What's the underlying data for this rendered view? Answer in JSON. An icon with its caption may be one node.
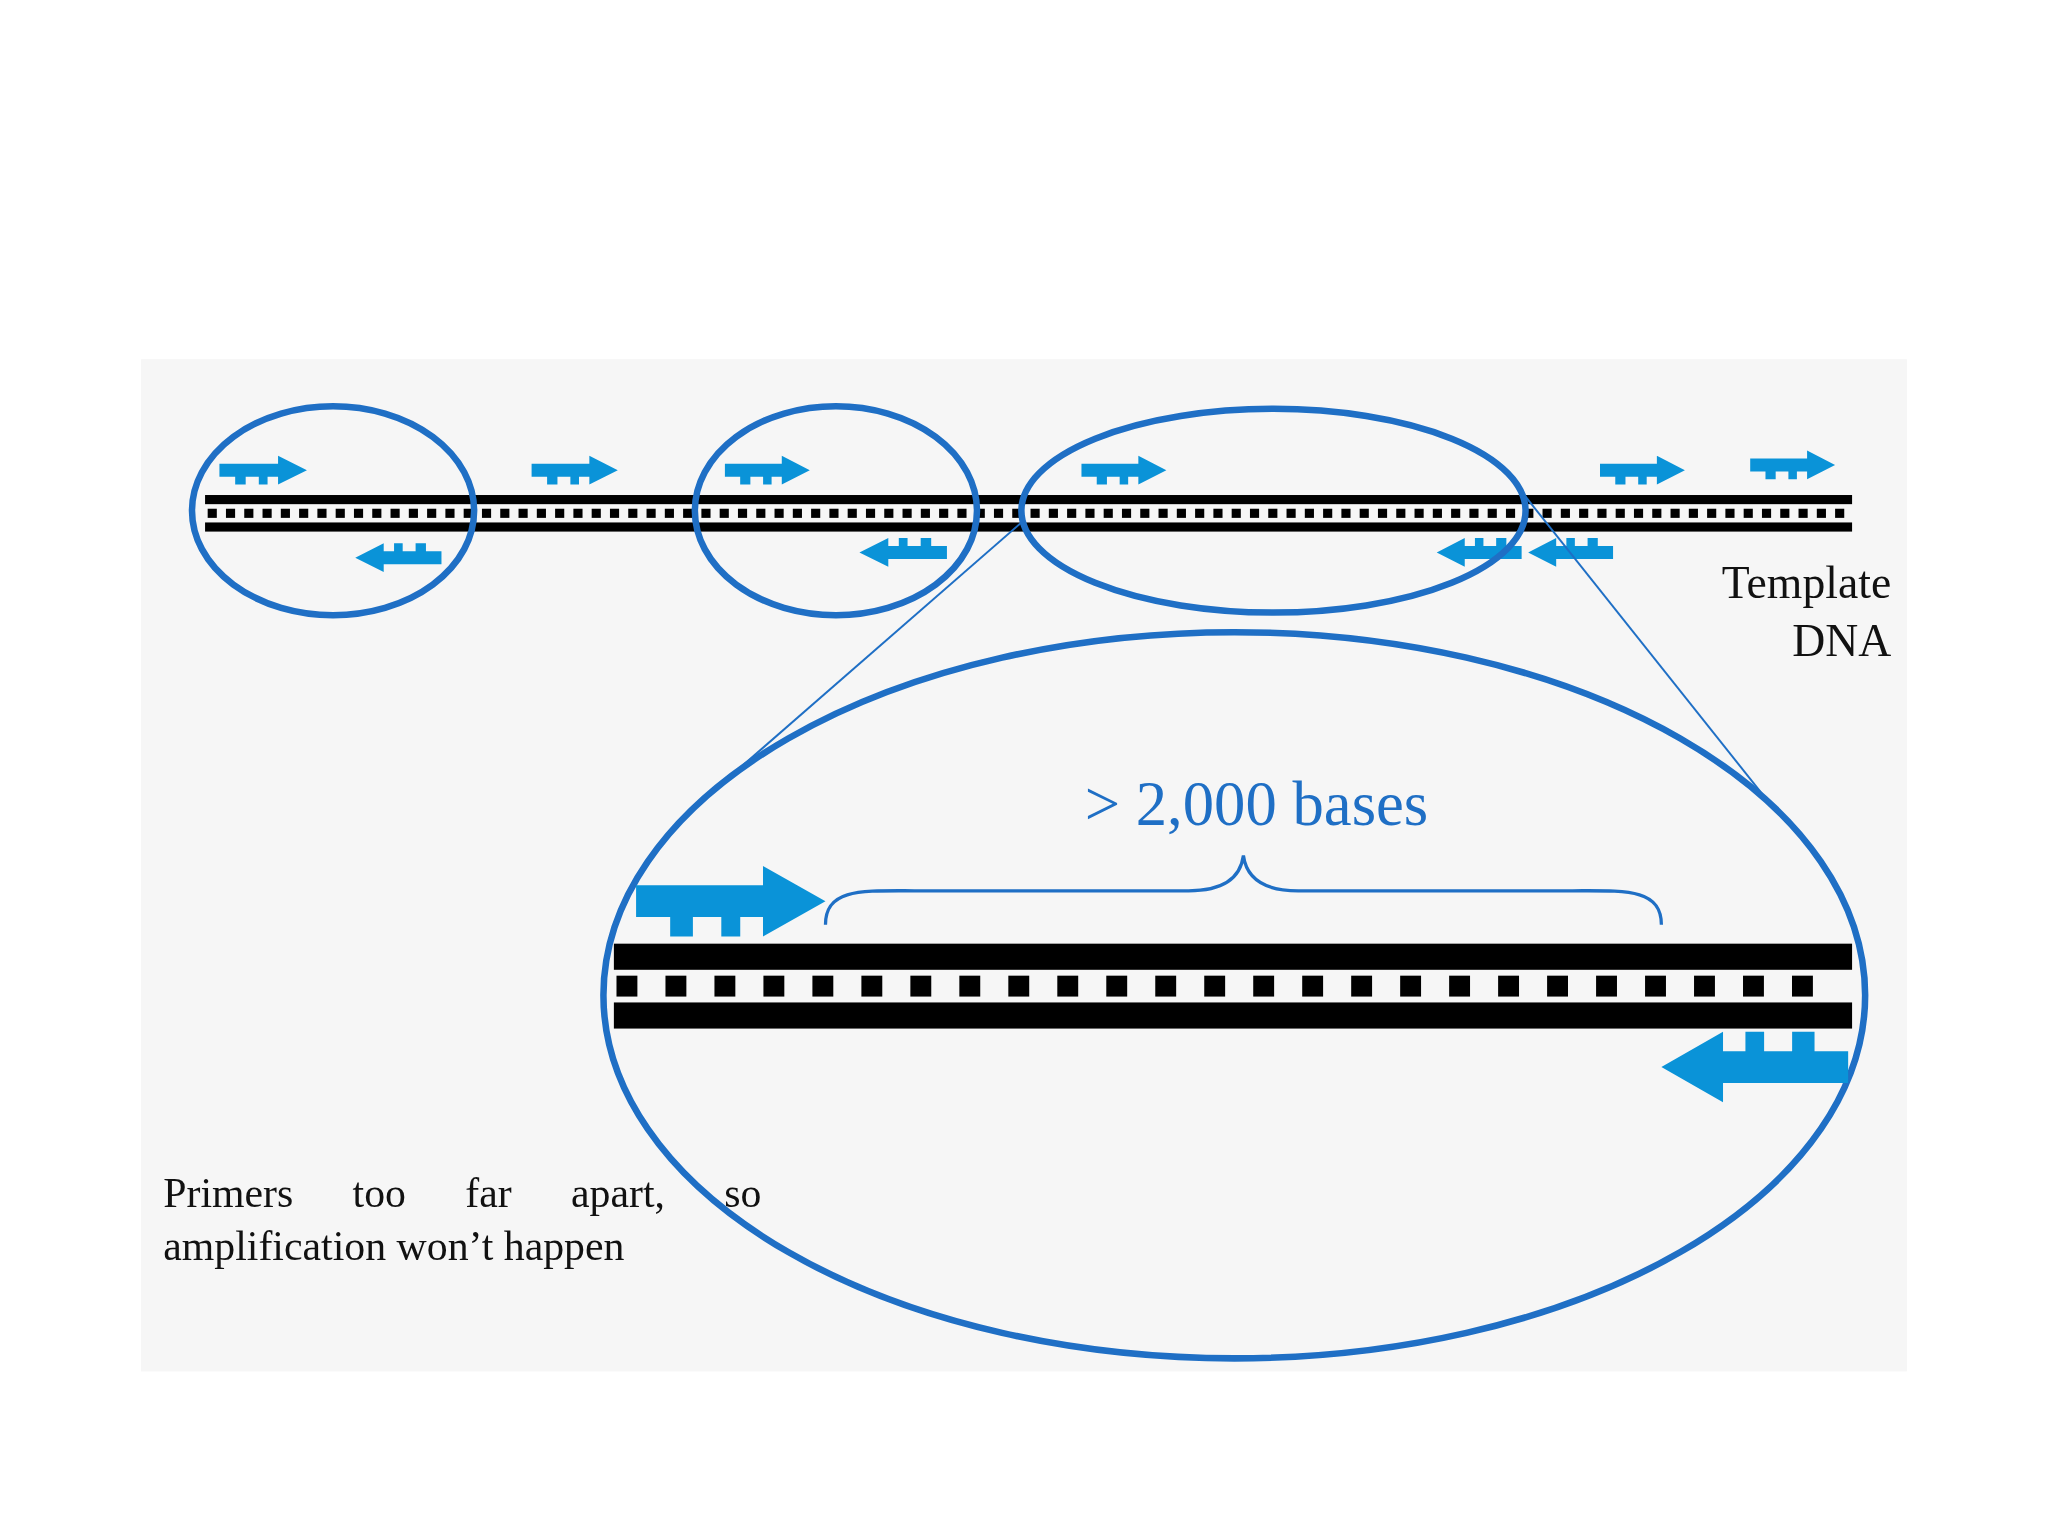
{
  "diagram": {
    "nodes": [
      {
        "text": [],
        "shape": "circle"
      },
      {
        "text": [],
        "shape": "circle"
      },
      {
        "text": [],
        "shape": "circle"
      },
      {
        "text": [
          "> 2,000 bases"
        ]
      }
    ],
    "edges": [
      {
        "from": 2,
        "to": 3,
        "arrow": "none"
      },
      {
        "from": 2,
        "to": 3,
        "arrow": "none"
      }
    ],
    "labels": [
      "Template DNA",
      "Primers too far apart, so amplification won’t happen"
    ]
  }
}
